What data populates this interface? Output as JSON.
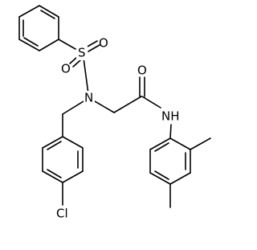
{
  "molecule": {
    "atom_labels": {
      "sulfonyl_sulfur": "S",
      "sulfonyl_oxygen_left": "O",
      "sulfonyl_oxygen_right": "O",
      "sulfonamide_nitrogen": "N",
      "carbonyl_oxygen": "O",
      "amide_nh": "NH",
      "chlorine": "Cl"
    }
  },
  "colors": {
    "bond": "#000000",
    "text": "#000000",
    "background": "#ffffff"
  }
}
